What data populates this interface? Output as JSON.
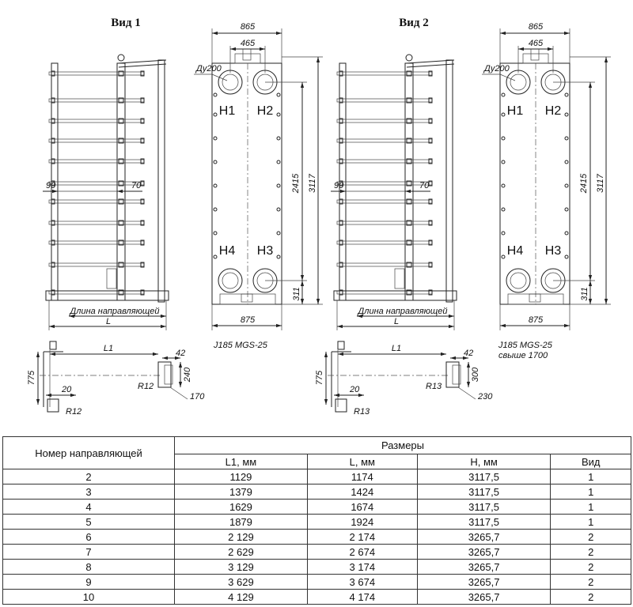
{
  "views": [
    {
      "title": "Вид 1",
      "side": {
        "dim_90": "90",
        "dim_70": "70",
        "rail_label": "Длина направляющей",
        "dim_L": "L"
      },
      "front": {
        "dim_865": "865",
        "dim_465": "465",
        "du": "Ду200",
        "dim_2415": "2415",
        "dim_3117": "3117",
        "dim_311": "311",
        "dim_875": "875",
        "ports": [
          "H1",
          "H2",
          "H4",
          "H3"
        ],
        "caption": [
          "J185 MGS-25"
        ]
      },
      "bottom": {
        "dim_L1": "L1",
        "dim_42": "42",
        "dim_775": "775",
        "dim_h": "240",
        "dim_r1": "R12",
        "dim_w": "170",
        "dim_20": "20",
        "dim_r2": "R12"
      }
    },
    {
      "title": "Вид 2",
      "side": {
        "dim_90": "90",
        "dim_70": "70",
        "rail_label": "Длина направляющей",
        "dim_L": "L"
      },
      "front": {
        "dim_865": "865",
        "dim_465": "465",
        "du": "Ду200",
        "dim_2415": "2415",
        "dim_3117": "3117",
        "dim_311": "311",
        "dim_875": "875",
        "ports": [
          "H1",
          "H2",
          "H4",
          "H3"
        ],
        "caption": [
          "J185 MGS-25",
          "свыше 1700"
        ]
      },
      "bottom": {
        "dim_L1": "L1",
        "dim_42": "42",
        "dim_775": "775",
        "dim_h": "300",
        "dim_r1": "R13",
        "dim_w": "230",
        "dim_20": "20",
        "dim_r2": "R13"
      }
    }
  ],
  "table": {
    "header_rail": "Номер направляющей",
    "header_sizes": "Размеры",
    "columns": [
      "L1, мм",
      "L, мм",
      "H, мм",
      "Вид"
    ],
    "rows": [
      [
        "2",
        "1129",
        "1174",
        "3117,5",
        "1"
      ],
      [
        "3",
        "1379",
        "1424",
        "3117,5",
        "1"
      ],
      [
        "4",
        "1629",
        "1674",
        "3117,5",
        "1"
      ],
      [
        "5",
        "1879",
        "1924",
        "3117,5",
        "1"
      ],
      [
        "6",
        "2 129",
        "2 174",
        "3265,7",
        "2"
      ],
      [
        "7",
        "2 629",
        "2 674",
        "3265,7",
        "2"
      ],
      [
        "8",
        "3 129",
        "3 174",
        "3265,7",
        "2"
      ],
      [
        "9",
        "3 629",
        "3 674",
        "3265,7",
        "2"
      ],
      [
        "10",
        "4 129",
        "4 174",
        "3265,7",
        "2"
      ]
    ]
  }
}
